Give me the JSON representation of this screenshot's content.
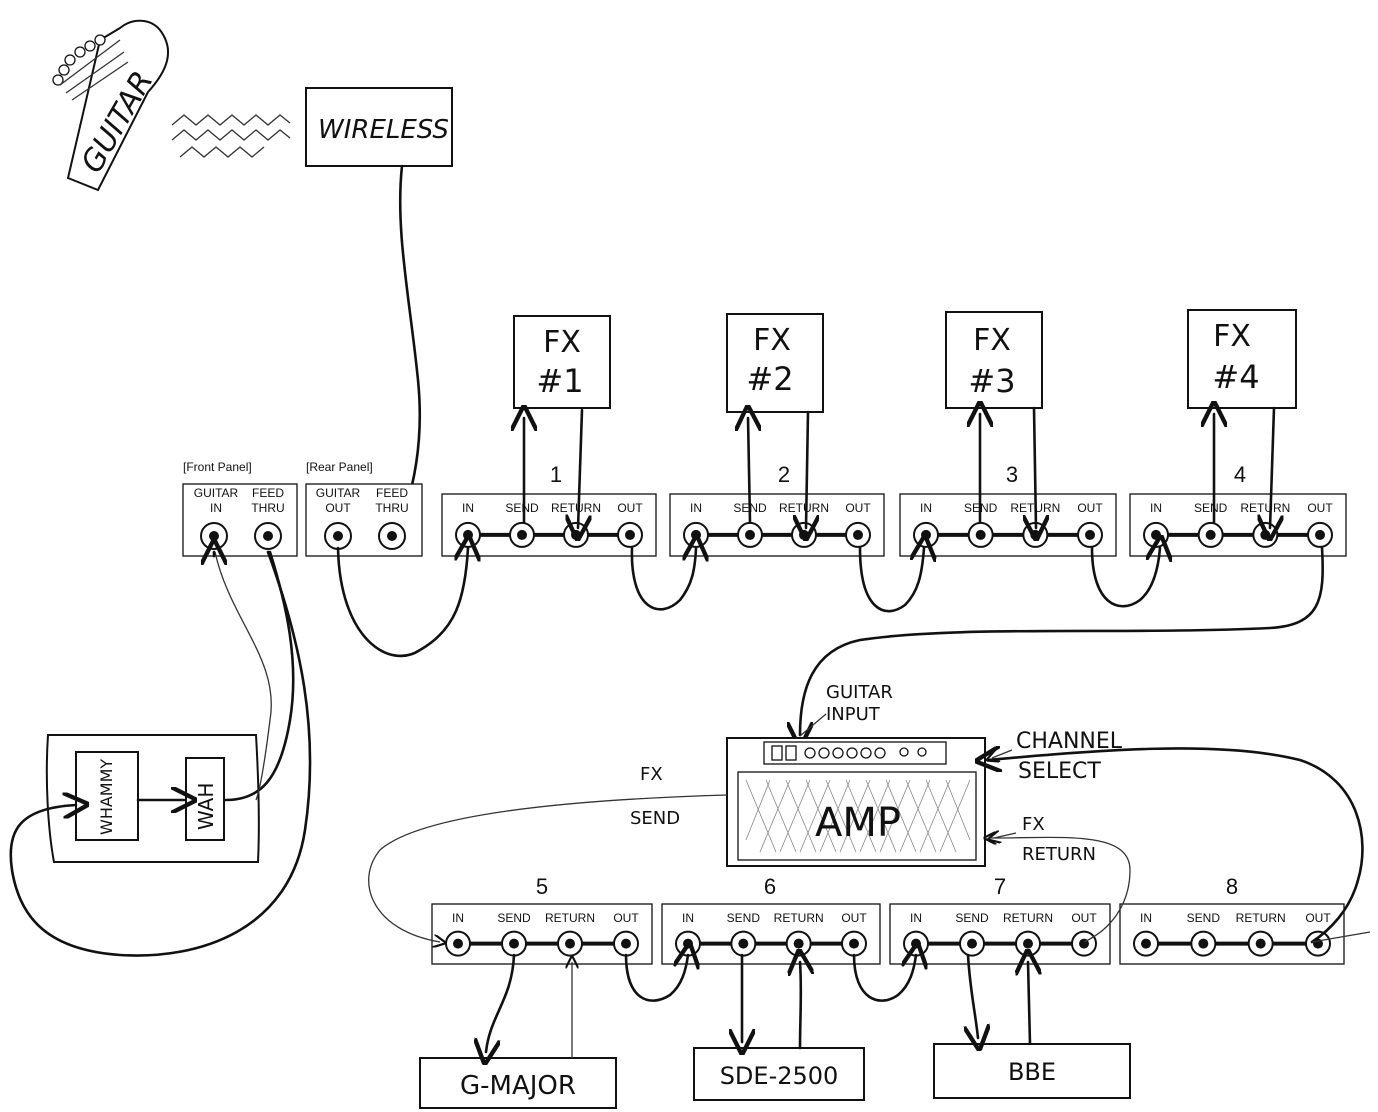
{
  "source_label": "WIRELESS",
  "guitar_label": "GUITAR",
  "front_panel": {
    "caption": "[Front Panel]",
    "jacks": [
      {
        "line1": "GUITAR",
        "line2": "IN"
      },
      {
        "line1": "FEED",
        "line2": "THRU"
      }
    ]
  },
  "rear_panel": {
    "caption": "[Rear Panel]",
    "jacks": [
      {
        "line1": "GUITAR",
        "line2": "OUT"
      },
      {
        "line1": "FEED",
        "line2": "THRU"
      }
    ]
  },
  "loop_jack_labels": [
    "IN",
    "SEND",
    "RETURN",
    "OUT"
  ],
  "loops": [
    {
      "number": "1",
      "device_line1": "FX",
      "device_line2": "#1"
    },
    {
      "number": "2",
      "device_line1": "FX",
      "device_line2": "#2"
    },
    {
      "number": "3",
      "device_line1": "FX",
      "device_line2": "#3"
    },
    {
      "number": "4",
      "device_line1": "FX",
      "device_line2": "#4"
    },
    {
      "number": "5",
      "device": "G-MAJOR"
    },
    {
      "number": "6",
      "device": "SDE-2500"
    },
    {
      "number": "7",
      "device": "BBE"
    },
    {
      "number": "8"
    }
  ],
  "pedals": [
    "WHAMMY",
    "WAH"
  ],
  "amp": {
    "label": "AMP",
    "guitar_input_line1": "GUITAR",
    "guitar_input_line2": "INPUT",
    "channel_select_line1": "CHANNEL",
    "channel_select_line2": "SELECT",
    "fx_send_line1": "FX",
    "fx_send_line2": "SEND",
    "fx_return_line1": "FX",
    "fx_return_line2": "RETURN"
  }
}
